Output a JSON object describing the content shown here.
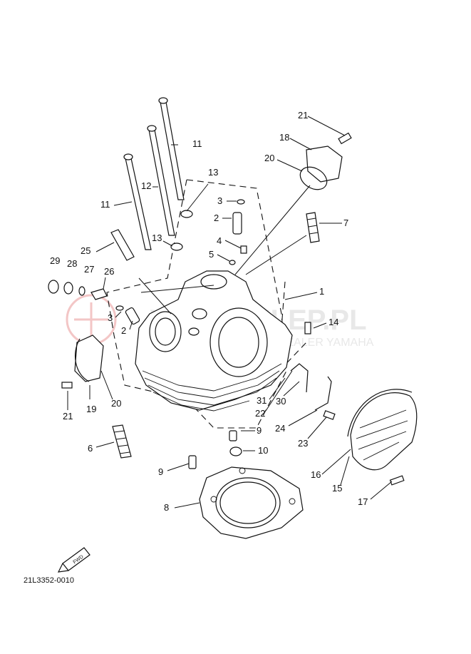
{
  "diagram": {
    "code": "21L3352-0010",
    "fwd_label": "FWD",
    "watermark": {
      "text": "YAMASKLEP.PL",
      "subtext": "AUTORYZOWANY DEALER YAMAHA"
    },
    "labels": {
      "p1": "1",
      "p2a": "2",
      "p2b": "2",
      "p3a": "3",
      "p3b": "3",
      "p4": "4",
      "p5": "5",
      "p6": "6",
      "p7": "7",
      "p8": "8",
      "p9a": "9",
      "p9b": "9",
      "p10": "10",
      "p11a": "11",
      "p11b": "11",
      "p12": "12",
      "p13a": "13",
      "p13b": "13",
      "p14": "14",
      "p15": "15",
      "p16": "16",
      "p17": "17",
      "p18": "18",
      "p19": "19",
      "p20a": "20",
      "p20b": "20",
      "p21a": "21",
      "p21b": "21",
      "p22": "22",
      "p23": "23",
      "p24": "24",
      "p25": "25",
      "p26": "26",
      "p27": "27",
      "p28": "28",
      "p29": "29",
      "p30": "30",
      "p31": "31"
    }
  }
}
